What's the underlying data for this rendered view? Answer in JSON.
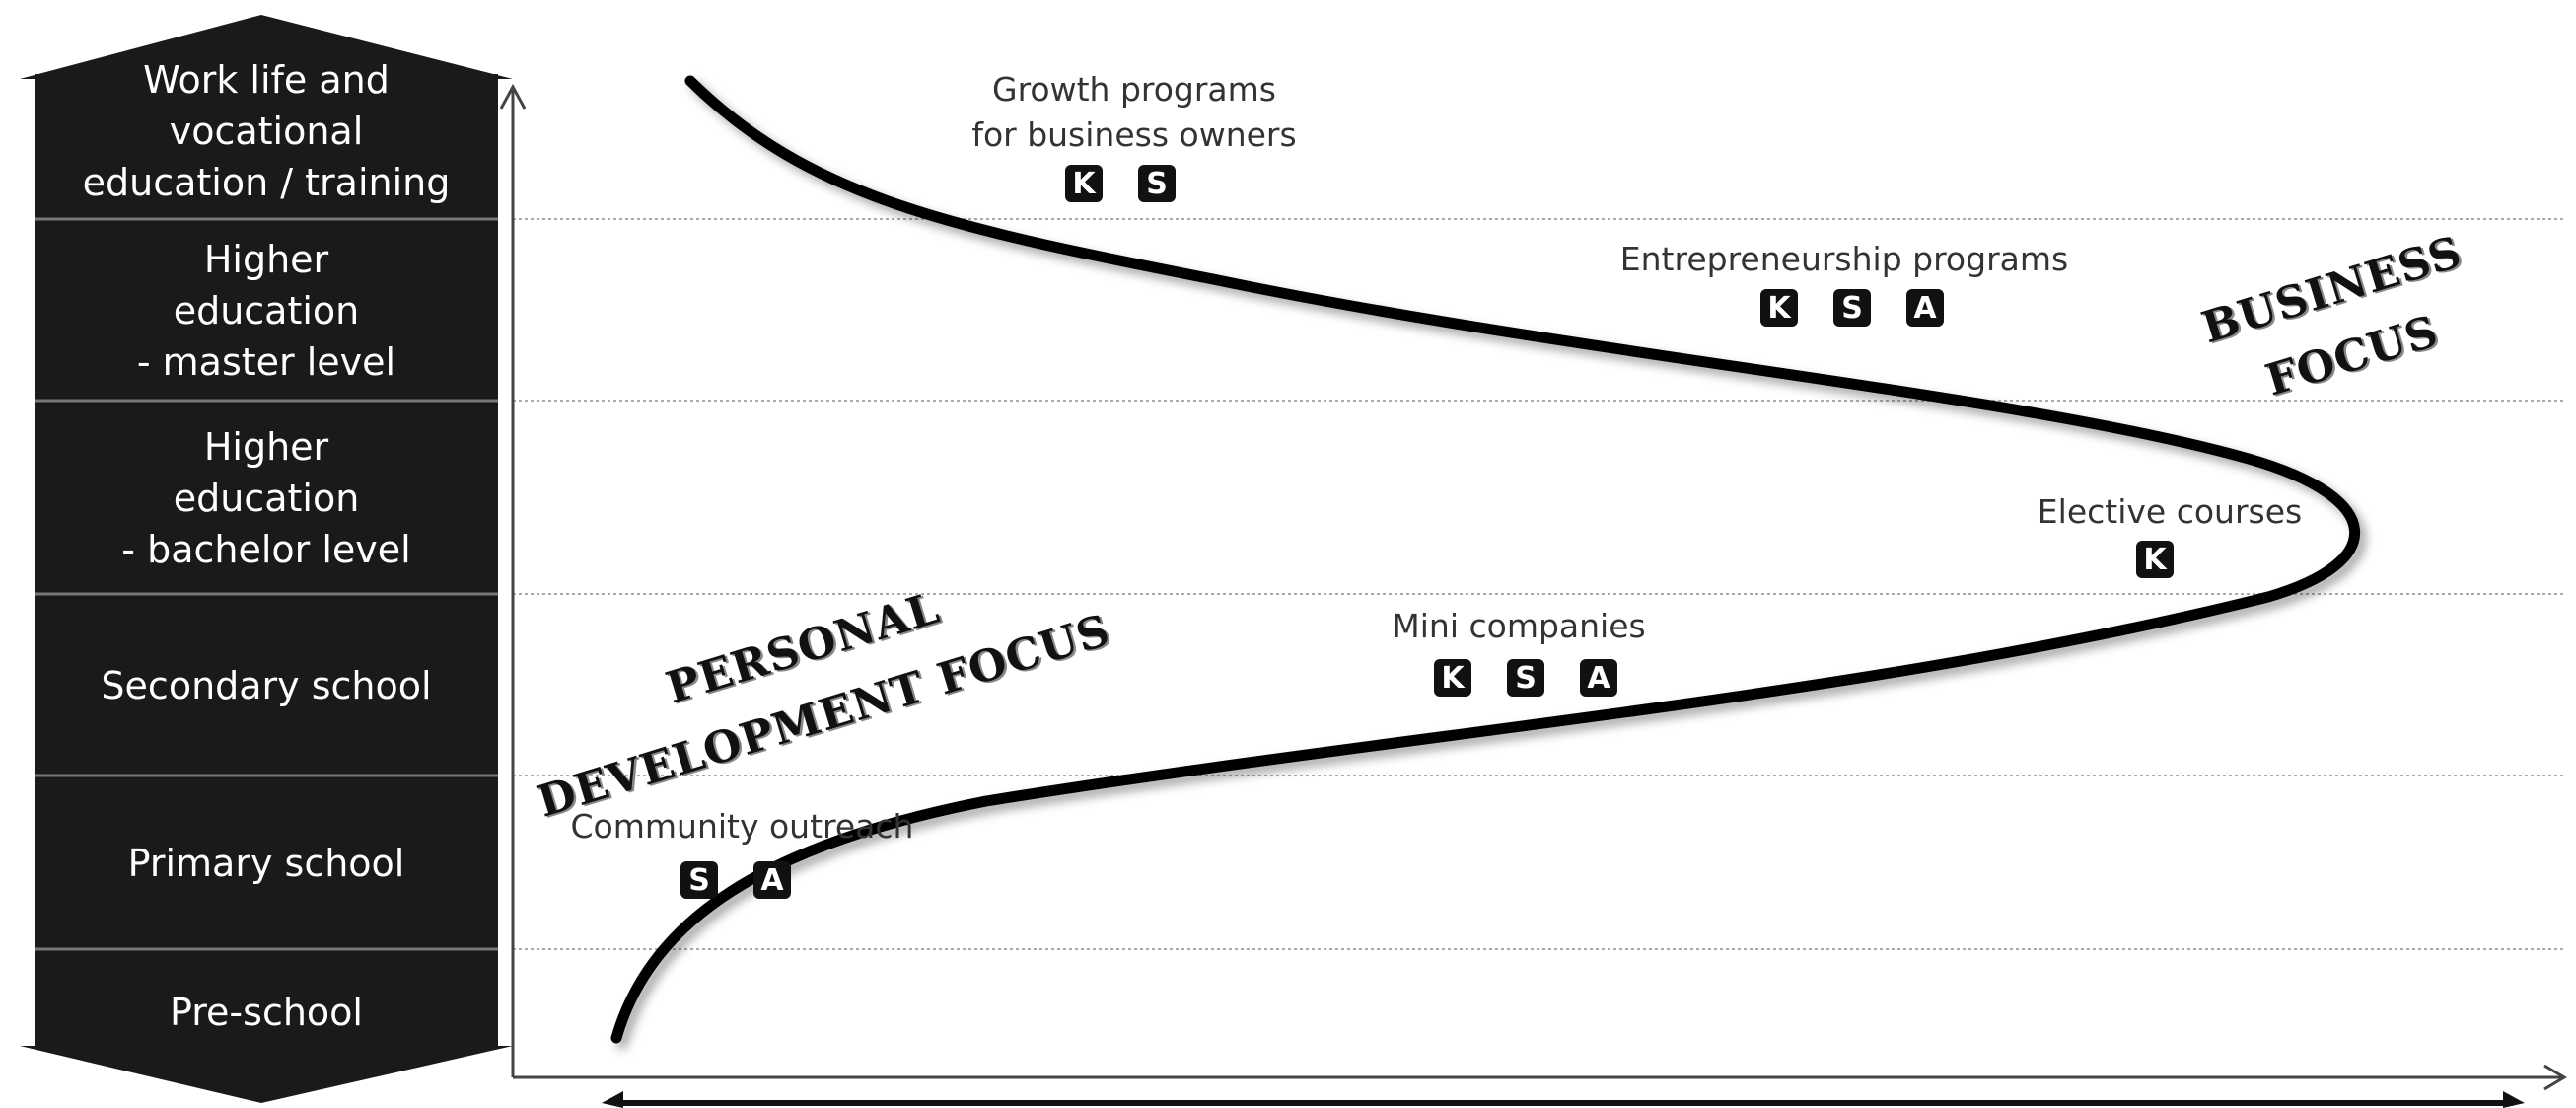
{
  "levels": [
    {
      "label": "Work life and\nvocational\neducation / training"
    },
    {
      "label": "Higher\neducation\n- master level"
    },
    {
      "label": "Higher\neducation\n- bachelor level"
    },
    {
      "label": "Secondary school"
    },
    {
      "label": "Primary school"
    },
    {
      "label": "Pre-school"
    }
  ],
  "programs": [
    {
      "label": "Growth programs\nfor business owners",
      "badges": [
        "K",
        "S"
      ]
    },
    {
      "label": "Entrepreneurship programs",
      "badges": [
        "K",
        "S",
        "A"
      ]
    },
    {
      "label": "Elective courses",
      "badges": [
        "K"
      ]
    },
    {
      "label": "Mini companies",
      "badges": [
        "K",
        "S",
        "A"
      ]
    },
    {
      "label": "Community outreach",
      "badges": [
        "S",
        "A"
      ]
    }
  ],
  "focus_labels": {
    "personal": "PERSONAL\nDEVELOPMENT FOCUS",
    "business": "BUSINESS\nFOCUS"
  },
  "colors": {
    "level_bar": "#1a1a1a",
    "curve": "#000000",
    "gridline": "#aaaaaa",
    "badge_bg": "#111111"
  }
}
